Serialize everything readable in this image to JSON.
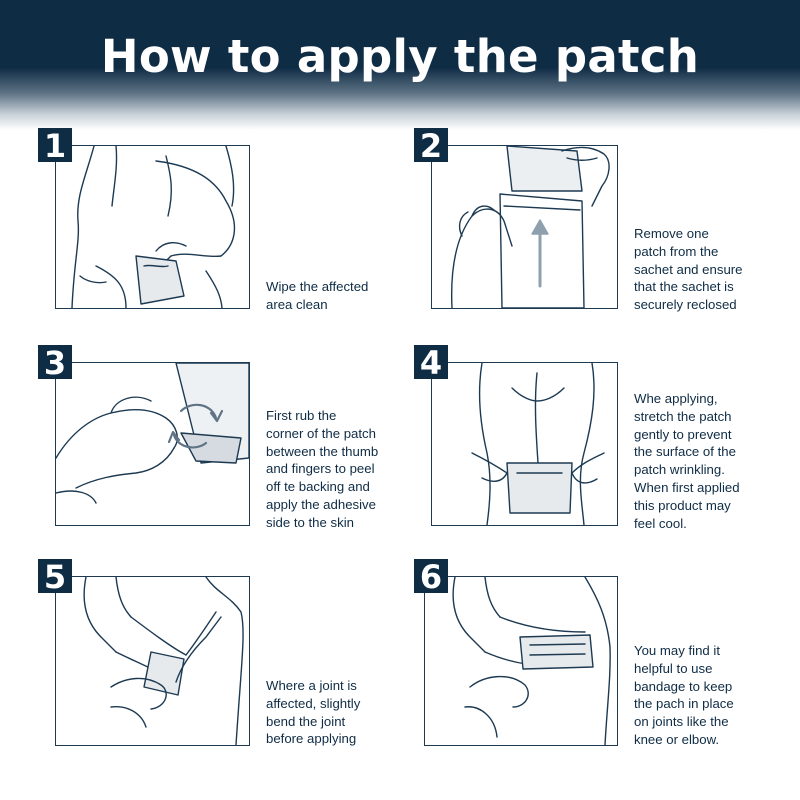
{
  "header": {
    "title": "How to apply the patch"
  },
  "steps": [
    {
      "number": "1",
      "text": "Wipe the affected\narea clean"
    },
    {
      "number": "2",
      "text": "Remove one\npatch from the\nsachet and ensure\nthat the sachet is\nsecurely reclosed"
    },
    {
      "number": "3",
      "text": "First rub the\ncorner of the patch\nbetween the thumb\nand fingers to peel\noff te backing and\napply the adhesive\nside to the skin"
    },
    {
      "number": "4",
      "text": "Whe applying,\nstretch the patch\ngently to prevent\nthe surface of the\npatch wrinkling.\nWhen first applied\nthis product may\nfeel cool."
    },
    {
      "number": "5",
      "text": "Where a joint is\naffected, slightly\nbend the joint\nbefore applying"
    },
    {
      "number": "6",
      "text": "You may find it\nhelpful to use\nbandage to keep\nthe pach in place\non joints like the\nknee or elbow."
    }
  ],
  "colors": {
    "navy": "#0f2c45",
    "line": "#1d3a52",
    "patch": "#e6eaed"
  },
  "icons": [
    "arrow-up-icon",
    "rotate-arrows-icon"
  ]
}
